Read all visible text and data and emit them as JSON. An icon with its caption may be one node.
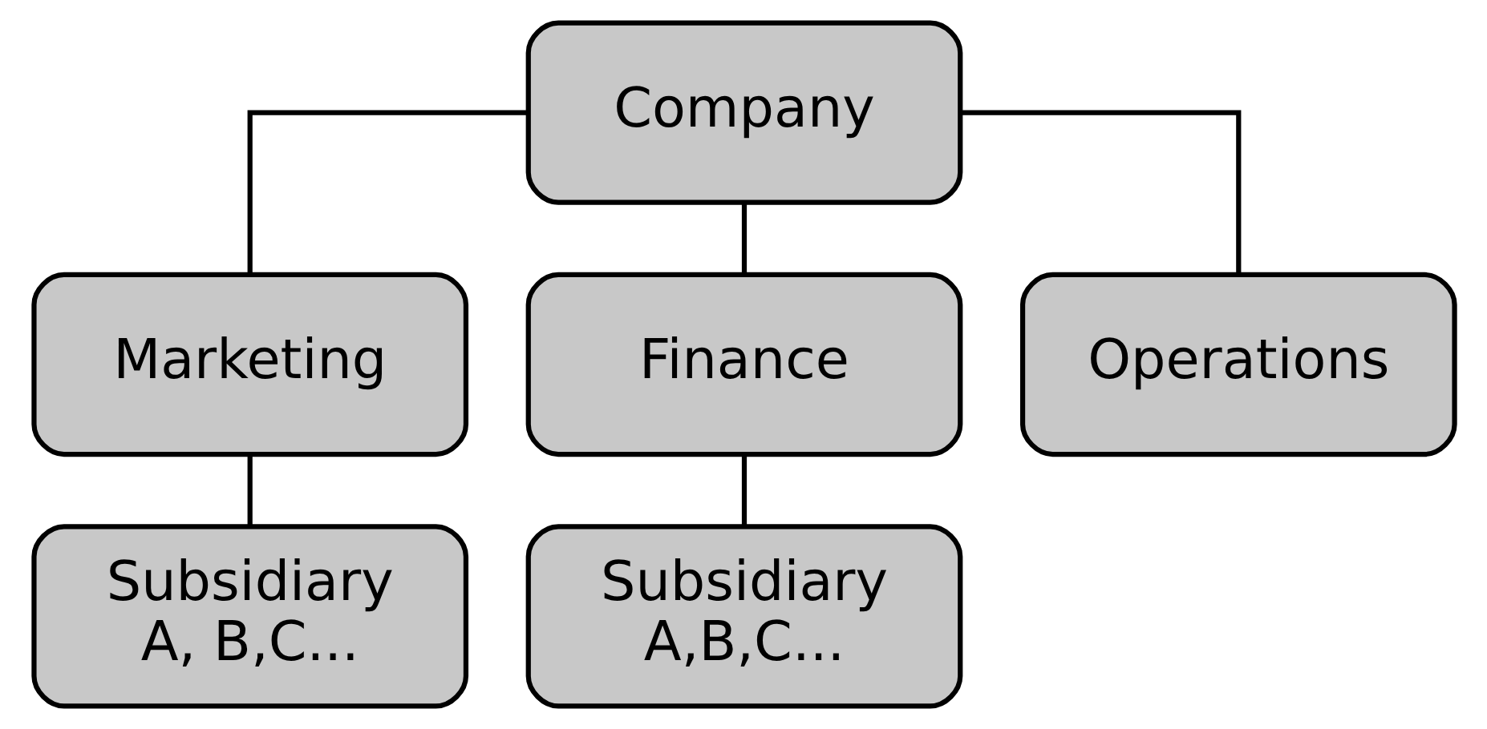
{
  "diagram": {
    "nodes": [
      {
        "text": [
          "Company"
        ]
      },
      {
        "text": [
          "Marketing"
        ]
      },
      {
        "text": [
          "Finance"
        ]
      },
      {
        "text": [
          "Operations"
        ]
      },
      {
        "text": [
          "Subsidiary A, B,C..."
        ]
      },
      {
        "text": [
          "Subsidiary A,B,C..."
        ]
      }
    ],
    "edges": [
      {
        "from": 0,
        "to": 1,
        "arrow": "none"
      },
      {
        "from": 0,
        "to": 2,
        "arrow": "none"
      },
      {
        "from": 0,
        "to": 3,
        "arrow": "none"
      },
      {
        "from": 1,
        "to": 4,
        "arrow": "none"
      },
      {
        "from": 2,
        "to": 5,
        "arrow": "none"
      }
    ]
  }
}
